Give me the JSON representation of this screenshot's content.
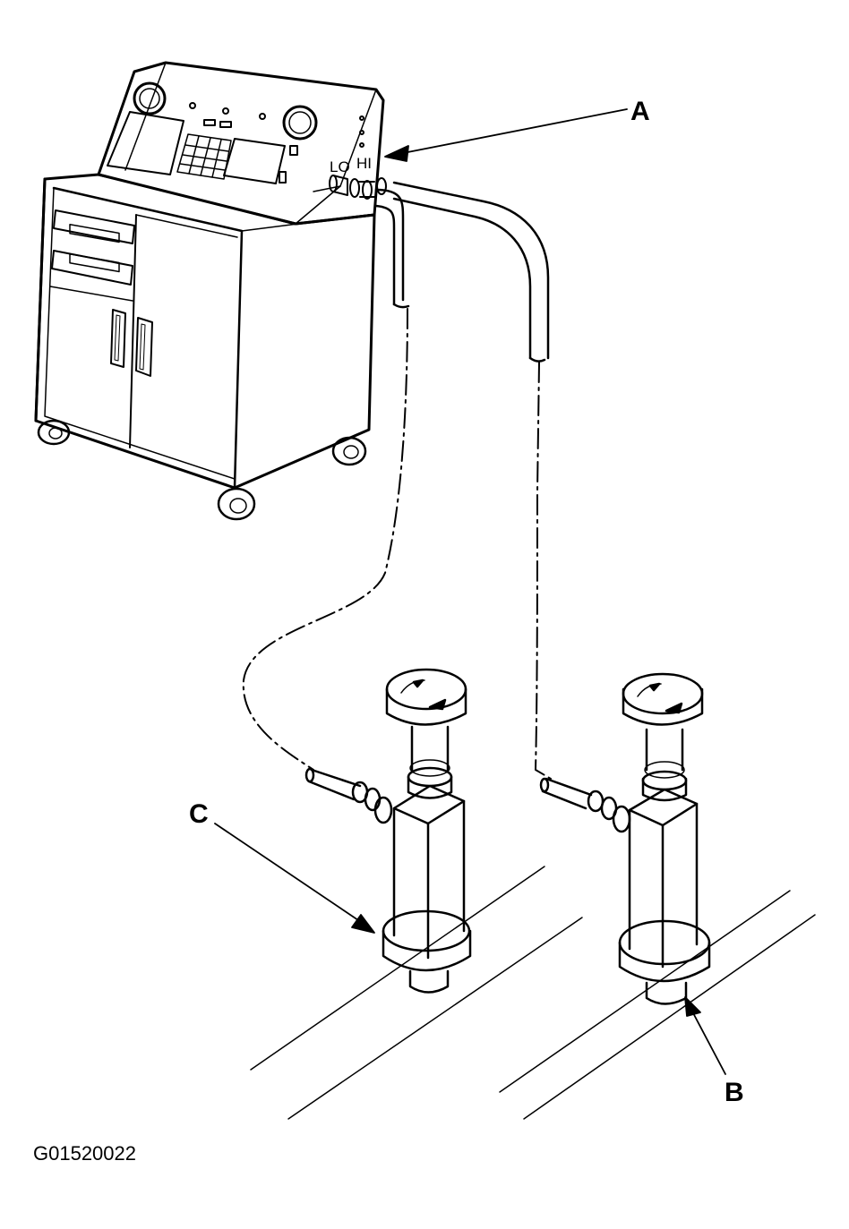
{
  "callouts": {
    "a": "A",
    "b": "B",
    "c": "C"
  },
  "ports": {
    "lo": "LO",
    "hi": "HI"
  },
  "figure_id": "G01520022",
  "line_color": "#000000"
}
